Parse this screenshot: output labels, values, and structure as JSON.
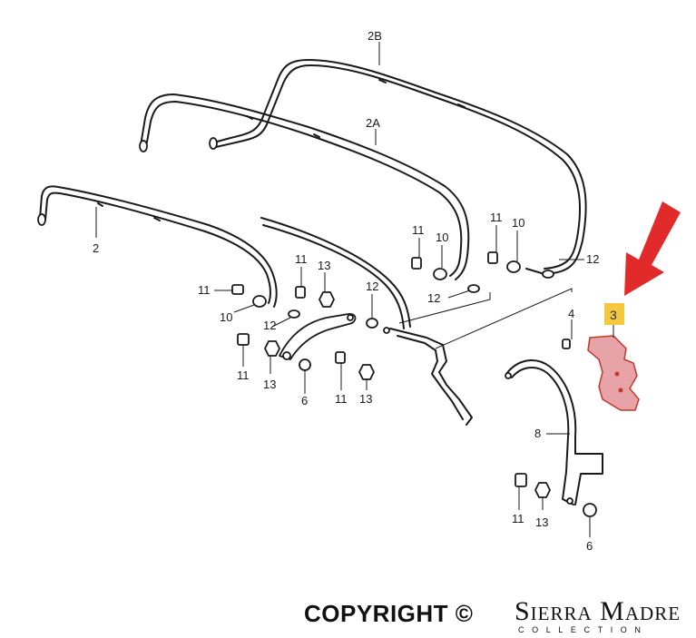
{
  "diagram": {
    "callouts": {
      "bow_rear": "2B",
      "bow_middle": "2A",
      "bow_front": "2",
      "bolt": "11",
      "spacer": "10",
      "washer": "12",
      "nut": "13",
      "cap_nut": "6",
      "screw": "4",
      "bracket": "8",
      "highlighted_part": "3"
    },
    "colors": {
      "line_art": "#1a1a1a",
      "highlight_fill": "#e8a3a8",
      "highlight_stroke": "#c0392b",
      "highlight_label_bg": "#f5c842",
      "arrow": "#e32a2a"
    },
    "icons": {
      "pointer": "red-arrow-icon"
    }
  },
  "watermark": {
    "copyright": "COPYRIGHT ©",
    "brand": "Sierra Madre",
    "brand_sub": "COLLECTION"
  }
}
